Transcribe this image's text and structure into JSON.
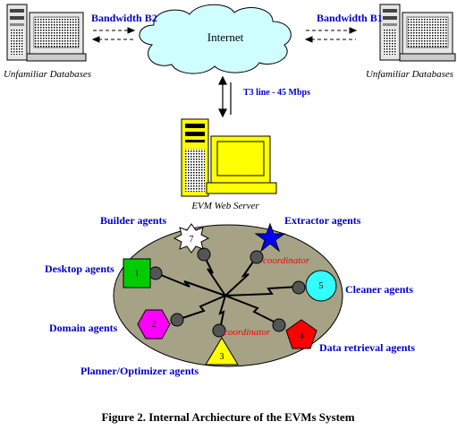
{
  "diagram": {
    "internet_label": "Internet",
    "bandwidth_left": "Bandwidth B2",
    "bandwidth_right": "Bandwidth B1",
    "db_left_label": "Unfamiliar Databases",
    "db_right_label": "Unfamiliar Databases",
    "t3_label": "T3 line - 45 Mbps",
    "server_label": "EVM Web Server",
    "coordinator_top": "coordinator",
    "coordinator_bottom": "coordinator",
    "agents": {
      "builder": "Builder agents",
      "extractor": "Extractor agents",
      "desktop": "Desktop agents",
      "cleaner": "Cleaner agents",
      "domain": "Domain agents",
      "data_retrieval": "Data retrieval agents",
      "planner": "Planner/Optimizer agents"
    },
    "shape_numbers": {
      "desktop": "1",
      "domain": "2",
      "planner": "3",
      "data_retrieval": "4",
      "cleaner": "5",
      "builder": "7"
    },
    "caption": "Figure 2. Internal Archiecture of the EVMs System"
  },
  "colors": {
    "cloud": "#cfffff",
    "ellipse": "#a5a286",
    "server_yellow": "#ffff00",
    "desktop_green": "#00cc00",
    "domain_magenta": "#ff00ff",
    "planner_yellow": "#ffff00",
    "retrieval_red": "#ff0000",
    "cleaner_cyan": "#33ffff",
    "extractor_blue": "#0000ff",
    "label_blue": "#0000cc"
  }
}
